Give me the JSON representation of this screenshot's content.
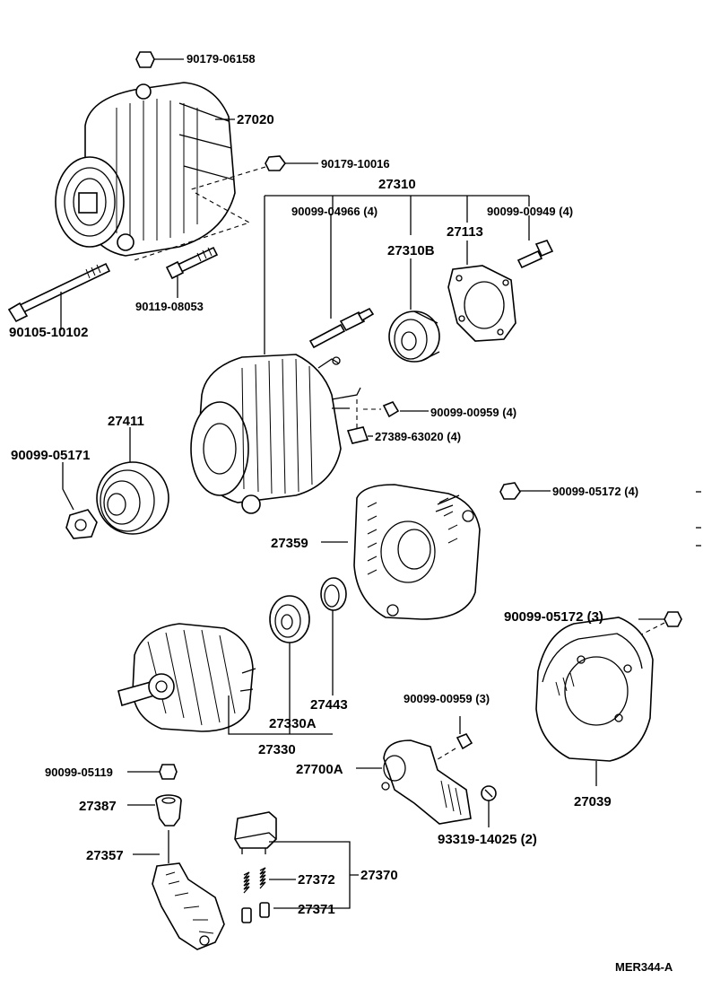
{
  "diagram_code": "MER344-A",
  "labels": {
    "p90179_06158": "90179-06158",
    "p27020": "27020",
    "p90179_10016": "90179-10016",
    "p27310": "27310",
    "p90099_04966": "90099-04966 (4)",
    "p90099_00949": "90099-00949 (4)",
    "p27113": "27113",
    "p27310B": "27310B",
    "p90119_08053": "90119-08053",
    "p90105_10102": "90105-10102",
    "p27411": "27411",
    "p90099_05171": "90099-05171",
    "p90099_00959_4": "90099-00959 (4)",
    "p27389_63020": "27389-63020 (4)",
    "p90099_05172_4": "90099-05172 (4)",
    "p27359": "27359",
    "p90099_05172_3": "90099-05172 (3)",
    "p27443": "27443",
    "p27330A": "27330A",
    "p27330": "27330",
    "p90099_00959_3": "90099-00959 (3)",
    "p27700A": "27700A",
    "p90099_05119": "90099-05119",
    "p27039": "27039",
    "p27387": "27387",
    "p93319_14025": "93319-14025 (2)",
    "p27357": "27357",
    "p27372": "27372",
    "p27370": "27370",
    "p27371": "27371"
  }
}
